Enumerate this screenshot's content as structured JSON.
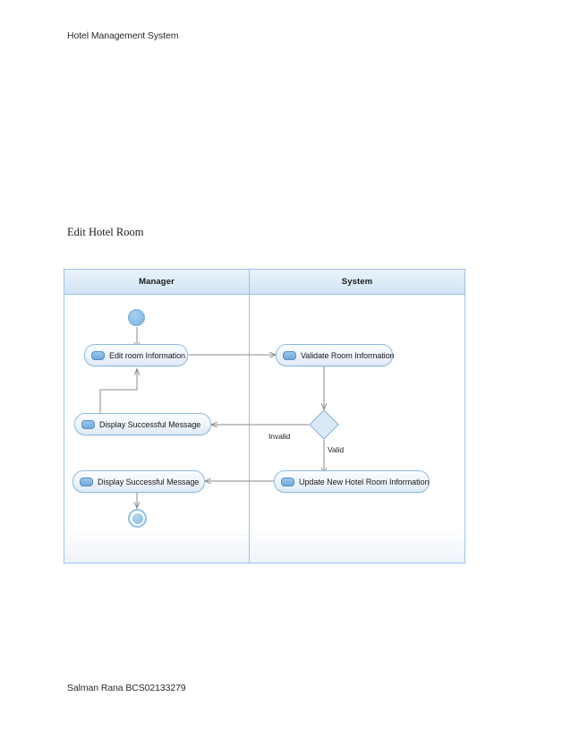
{
  "document": {
    "title": "Hotel Management System",
    "section_heading": "Edit Hotel Room",
    "footer": "Salman Rana BCS02133279"
  },
  "colors": {
    "lane_border": "#9dc3e6",
    "lane_header_fill": "#dcebf8",
    "node_border": "#8fbce0",
    "node_fill": "#eff5fc",
    "node_icon": "#6ea8dd",
    "start_node": "#8dbfe6",
    "end_node_ring": "#8cc0e8",
    "connector": "#8b8b8b",
    "text": "#1a1a1a"
  },
  "diagram": {
    "type": "uml-activity-diagram",
    "lanes": [
      {
        "id": "manager",
        "label": "Manager"
      },
      {
        "id": "system",
        "label": "System"
      }
    ],
    "nodes": [
      {
        "id": "start",
        "kind": "initial-node",
        "lane": "manager",
        "label": ""
      },
      {
        "id": "edit",
        "kind": "action",
        "lane": "manager",
        "label": "Edit room Information"
      },
      {
        "id": "validate",
        "kind": "action",
        "lane": "system",
        "label": "Validate Room Information"
      },
      {
        "id": "decision",
        "kind": "decision-node",
        "lane": "system",
        "label": ""
      },
      {
        "id": "msg1",
        "kind": "action",
        "lane": "manager",
        "label": "Display Successful Message"
      },
      {
        "id": "msg2",
        "kind": "action",
        "lane": "manager",
        "label": "Display Successful Message"
      },
      {
        "id": "update",
        "kind": "action",
        "lane": "system",
        "label": "Update New Hotel Room Information"
      },
      {
        "id": "end",
        "kind": "final-node",
        "lane": "manager",
        "label": ""
      }
    ],
    "edges": [
      {
        "from": "start",
        "to": "edit",
        "label": ""
      },
      {
        "from": "edit",
        "to": "validate",
        "label": ""
      },
      {
        "from": "validate",
        "to": "decision",
        "label": ""
      },
      {
        "from": "decision",
        "to": "msg1",
        "label": "Invalid"
      },
      {
        "from": "decision",
        "to": "update",
        "label": "Valid"
      },
      {
        "from": "msg1",
        "to": "edit",
        "label": ""
      },
      {
        "from": "update",
        "to": "msg2",
        "label": ""
      },
      {
        "from": "msg2",
        "to": "end",
        "label": ""
      }
    ],
    "edge_labels": {
      "invalid": "Invalid",
      "valid": "Valid"
    }
  }
}
